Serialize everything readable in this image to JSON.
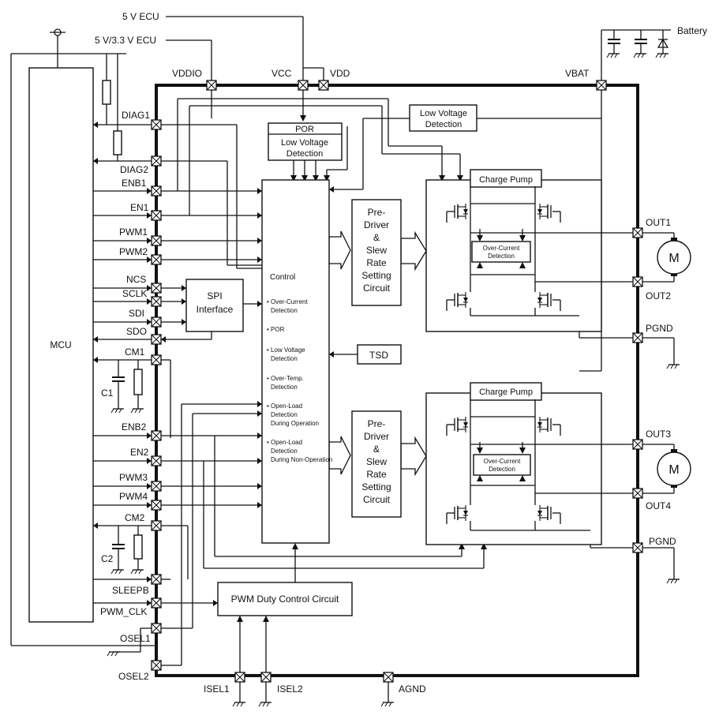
{
  "supplies": {
    "ecu5v": "5 V ECU",
    "ecu533": "5 V/3.3 V ECU",
    "battery": "Battery"
  },
  "top_pins": {
    "vddio": "VDDIO",
    "vcc": "VCC",
    "vdd": "VDD",
    "vbat": "VBAT"
  },
  "mcu": {
    "label": "MCU"
  },
  "left_pins": {
    "diag1": "DIAG1",
    "diag2": "DIAG2",
    "enb1": "ENB1",
    "en1": "EN1",
    "pwm1": "PWM1",
    "pwm2": "PWM2",
    "ncs": "NCS",
    "sclk": "SCLK",
    "sdi": "SDI",
    "sdo": "SDO",
    "cm1": "CM1",
    "enb2": "ENB2",
    "en2": "EN2",
    "pwm3": "PWM3",
    "pwm4": "PWM4",
    "cm2": "CM2",
    "sleepb": "SLEEPB",
    "pwm_clk": "PWM_CLK",
    "osel1": "OSEL1",
    "osel2": "OSEL2"
  },
  "caps": {
    "c1": "C1",
    "c2": "C2"
  },
  "blocks": {
    "por": "POR",
    "lvd_top_1": "Low Voltage",
    "lvd_top_2": "Detection",
    "lvd_mid_1": "Low Voltage",
    "lvd_mid_2": "Detection",
    "spi_1": "SPI",
    "spi_2": "Interface",
    "control": "Control",
    "tsd": "TSD",
    "pwm_duty": "PWM Duty Control Circuit",
    "charge_pump_1": "Charge Pump",
    "charge_pump_2": "Charge Pump",
    "ocd_1a": "Over-Current",
    "ocd_1b": "Detection",
    "ocd_2a": "Over-Current",
    "ocd_2b": "Detection",
    "motor_1": "M",
    "motor_2": "M"
  },
  "predriver_lines": [
    "Pre-",
    "Driver",
    "&",
    "Slew",
    "Rate",
    "Setting",
    "Circuit"
  ],
  "control_items": [
    {
      "l1": "• Over-Current",
      "l2": "Detection",
      "l3": ""
    },
    {
      "l1": "• POR",
      "l2": "",
      "l3": ""
    },
    {
      "l1": "• Low Voltage",
      "l2": "Detection",
      "l3": ""
    },
    {
      "l1": "• Over-Temp.",
      "l2": "Detection",
      "l3": ""
    },
    {
      "l1": "• Open-Load",
      "l2": "Detection",
      "l3": "During Operation"
    },
    {
      "l1": "• Open-Load",
      "l2": "Detection",
      "l3": "During Non-Operation"
    }
  ],
  "right_pins": {
    "out1": "OUT1",
    "out2": "OUT2",
    "pgnd1": "PGND",
    "out3": "OUT3",
    "out4": "OUT4",
    "pgnd2": "PGND"
  },
  "bottom_pins": {
    "isel1": "ISEL1",
    "isel2": "ISEL2",
    "agnd": "AGND"
  }
}
